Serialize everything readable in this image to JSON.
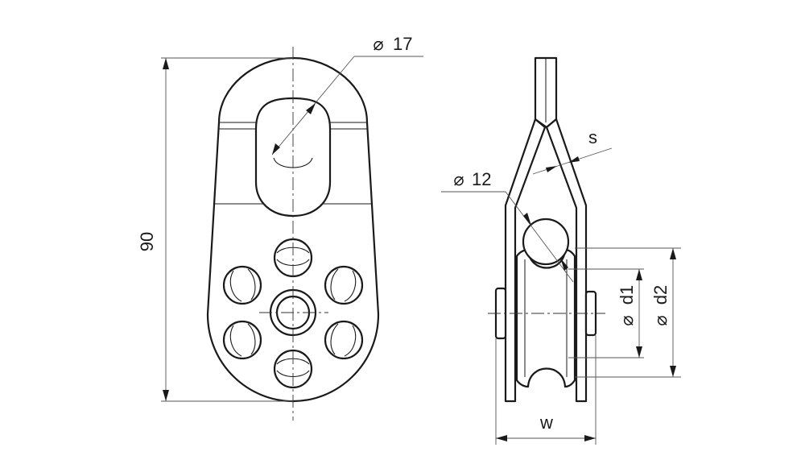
{
  "drawing": {
    "labels": {
      "height": "90",
      "eye_diameter": "17",
      "rope_diameter": "12",
      "plate_thickness": "s",
      "inner_diameter": "d1",
      "outer_diameter": "d2",
      "width": "w"
    },
    "diameter_symbol": "⌀"
  }
}
